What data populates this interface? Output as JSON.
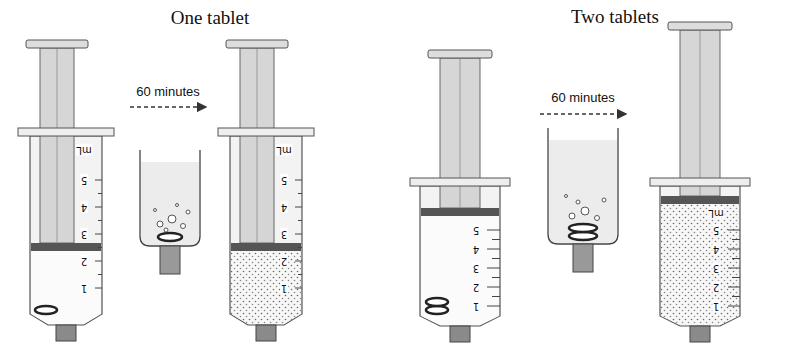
{
  "diagram": {
    "labels": [
      "One tablet",
      "60 minutes",
      "mL",
      "5",
      "4",
      "3",
      "2",
      "1",
      "mL",
      "5",
      "4",
      "3",
      "2",
      "1",
      "Two tablets",
      "60 minutes",
      "5",
      "4",
      "3",
      "2",
      "1",
      "mL",
      "5",
      "4",
      "3",
      "2",
      "1"
    ]
  }
}
